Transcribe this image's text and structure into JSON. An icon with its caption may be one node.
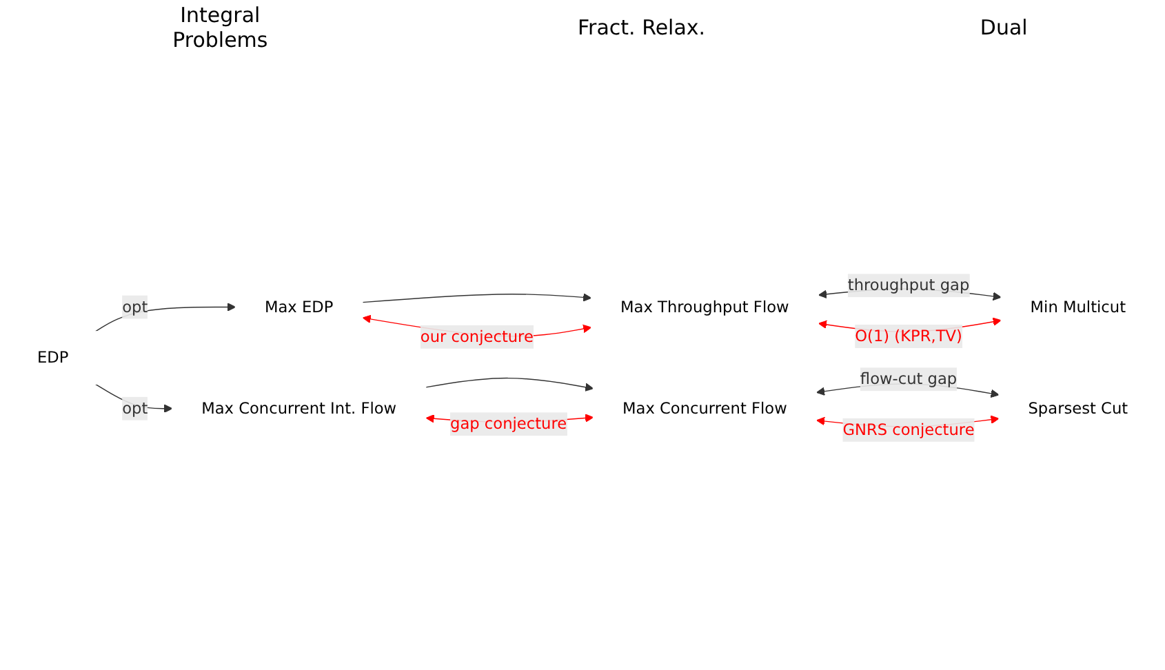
{
  "diagram": {
    "nodes": [
      {
        "text": [
          "EDP"
        ]
      },
      {
        "text": [
          "Max EDP"
        ]
      },
      {
        "text": [
          "Max Throughput Flow"
        ]
      },
      {
        "text": [
          "Min Multicut"
        ]
      },
      {
        "text": [
          "Max Concurrent Int. Flow"
        ]
      },
      {
        "text": [
          "Max Concurrent Flow"
        ]
      },
      {
        "text": [
          "Sparsest Cut"
        ]
      }
    ],
    "edges": [
      {
        "from": 0,
        "to": 1,
        "arrow": "to",
        "label": "opt"
      },
      {
        "from": 0,
        "to": 4,
        "arrow": "to",
        "label": "opt"
      },
      {
        "from": 1,
        "to": 2,
        "arrow": "to"
      },
      {
        "from": 2,
        "to": 3,
        "arrow": "both",
        "label": "throughput gap"
      },
      {
        "from": 4,
        "to": 5,
        "arrow": "to"
      },
      {
        "from": 5,
        "to": 6,
        "arrow": "both",
        "label": "flow-cut gap"
      },
      {
        "from": 1,
        "to": 2,
        "arrow": "both",
        "label": "our conjecture",
        "color": "#ff0000"
      },
      {
        "from": 2,
        "to": 3,
        "arrow": "both",
        "label": "O(1) (KPR,TV)",
        "color": "#ff0000"
      },
      {
        "from": 4,
        "to": 5,
        "arrow": "both",
        "label": "gap conjecture",
        "color": "#ff0000"
      },
      {
        "from": 5,
        "to": 6,
        "arrow": "both",
        "label": "GNRS conjecture",
        "color": "#ff0000"
      }
    ],
    "labels": [
      "Integral Problems",
      "Fract. Relax.",
      "Dual"
    ]
  }
}
